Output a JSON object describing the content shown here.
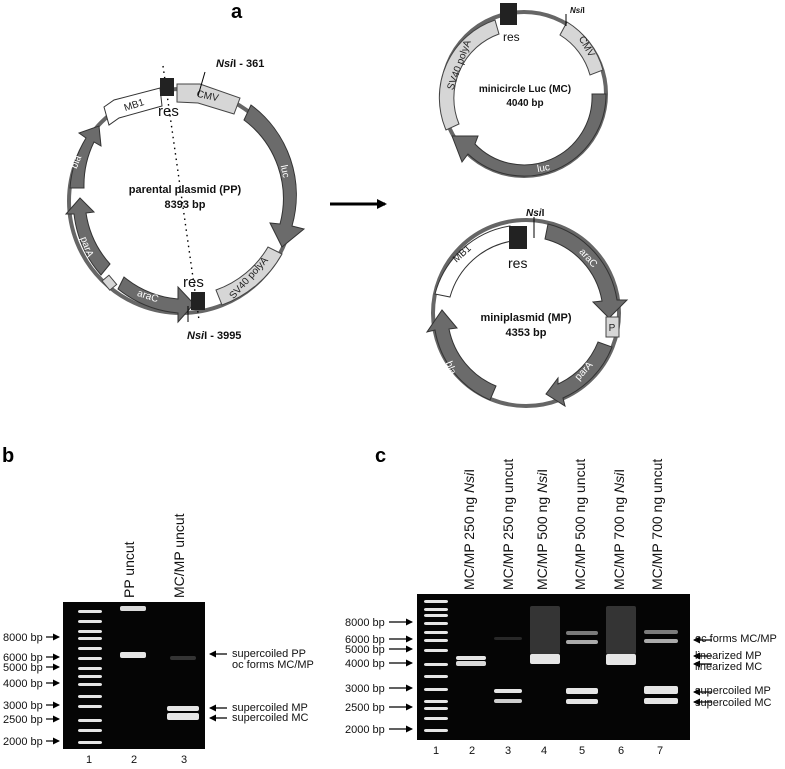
{
  "panels": {
    "a": "a",
    "b": "b",
    "c": "c"
  },
  "colors": {
    "dark_feature": "#6b6b6b",
    "light_feature": "#d6d6d6",
    "res_box": "#222222",
    "gel_bg": "#050505",
    "band": "#f2f2f2"
  },
  "pp": {
    "name": "parental plasmid (PP)",
    "size": "8393 bp",
    "nsi_top_italic": "Nsi",
    "nsi_top_rest": "I - 361",
    "nsi_bottom_italic": "Nsi",
    "nsi_bottom_rest": "I - 3995",
    "res_top": "res",
    "res_bottom": "res",
    "features": {
      "mb1": "MB1",
      "cmv": "CMV",
      "luc": "luc",
      "sv40": "SV40 polyA",
      "arac": "araC",
      "para": "parA",
      "bla": "bla"
    }
  },
  "mc": {
    "name": "minicircle Luc (MC)",
    "size": "4040 bp",
    "nsi_italic": "Nsi",
    "nsi_rest": "I",
    "res": "res",
    "features": {
      "sv40": "SV40 polyA",
      "cmv": "CMV",
      "luc": "luc"
    }
  },
  "mp": {
    "name": "miniplasmid (MP)",
    "size": "4353 bp",
    "nsi_italic": "Nsi",
    "nsi_rest": "I",
    "res": "res",
    "features": {
      "mb1": "MB1",
      "arac": "araC",
      "p": "P",
      "para": "parA",
      "bla": "bla"
    }
  },
  "gel_b": {
    "lanes": [
      {
        "num": "1",
        "label": ""
      },
      {
        "num": "2",
        "label": "PP uncut"
      },
      {
        "num": "3",
        "label": "MC/MP uncut"
      }
    ],
    "ladder": [
      "8000 bp",
      "6000 bp",
      "5000 bp",
      "4000 bp",
      "3000 bp",
      "2500 bp",
      "2000 bp"
    ],
    "right_labels": [
      "supercoiled PP",
      "oc forms  MC/MP",
      "supercoiled MP",
      "supercoiled MC"
    ]
  },
  "gel_c": {
    "lanes": [
      {
        "num": "1",
        "label": "",
        "italic": ""
      },
      {
        "num": "2",
        "label": "MC/MP 250 ng ",
        "italic": "Nsi",
        "suffix": "I"
      },
      {
        "num": "3",
        "label": "MC/MP 250 ng uncut",
        "italic": "",
        "suffix": ""
      },
      {
        "num": "4",
        "label": "MC/MP 500 ng ",
        "italic": "Nsi",
        "suffix": "I"
      },
      {
        "num": "5",
        "label": "MC/MP 500 ng uncut",
        "italic": "",
        "suffix": ""
      },
      {
        "num": "6",
        "label": "MC/MP 700 ng ",
        "italic": "Nsi",
        "suffix": "I"
      },
      {
        "num": "7",
        "label": "MC/MP 700 ng uncut",
        "italic": "",
        "suffix": ""
      }
    ],
    "ladder": [
      "8000 bp",
      "6000 bp",
      "5000 bp",
      "4000 bp",
      "3000 bp",
      "2500 bp",
      "2000 bp"
    ],
    "right_labels": [
      "oc forms  MC/MP",
      "linearized MP",
      "linearized MC",
      "supercoiled MP",
      "supercoiled MC"
    ]
  }
}
